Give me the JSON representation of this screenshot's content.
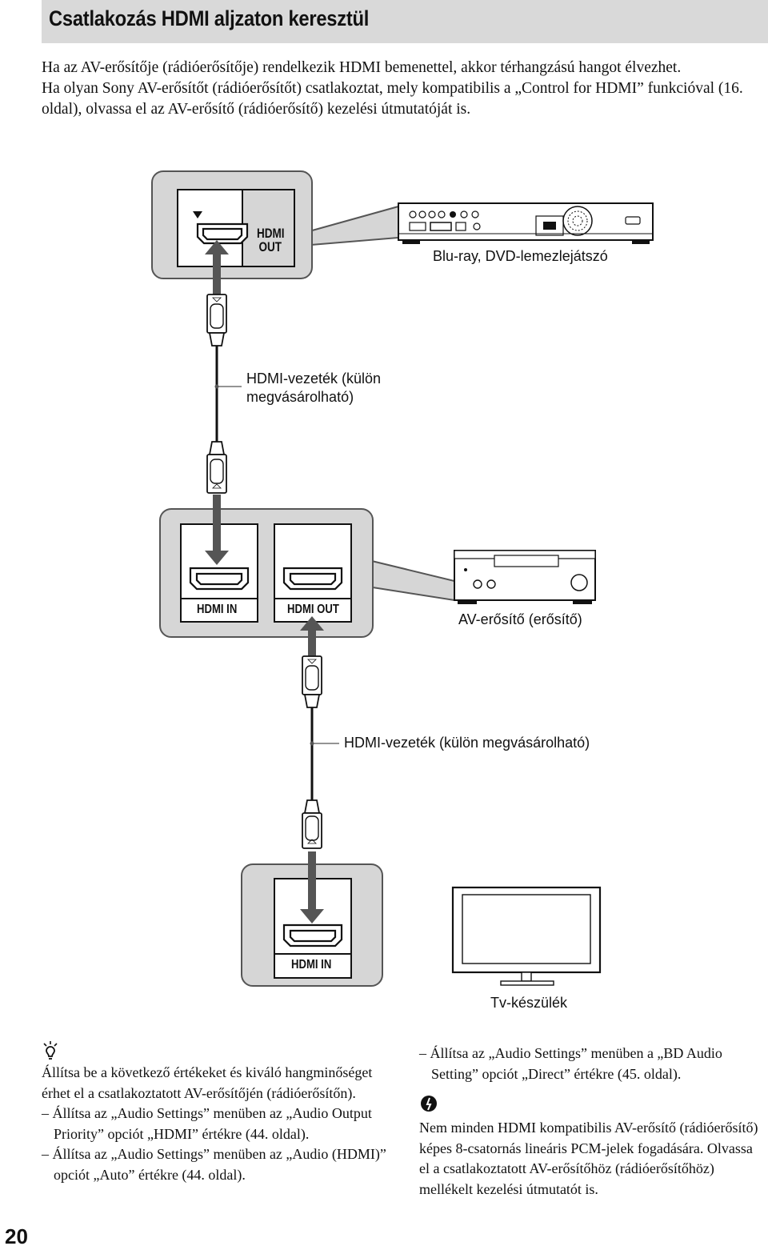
{
  "title": "Csatlakozás HDMI aljzaton keresztül",
  "intro": {
    "p1": "Ha az AV-erősítője (rádióerősítője) rendelkezik HDMI bemenettel, akkor térhangzású hangot élvezhet.",
    "p2": "Ha olyan Sony AV-erősítőt (rádióerősítőt) csatlakoztat, mely kompatibilis a „Control for HDMI” funkcióval (16. oldal), olvassa el az AV-erősítő (rádióerősítő) kezelési útmutatóját is."
  },
  "diagram": {
    "player_port": "HDMI OUT",
    "player_port_line1": "HDMI",
    "player_port_line2": "OUT",
    "player_label": "Blu-ray, DVD-lemezlejátszó",
    "cable1_line1": "HDMI-vezeték (külön",
    "cable1_line2": "megvásárolható)",
    "amp_port_in": "HDMI IN",
    "amp_port_out": "HDMI OUT",
    "amp_label": "AV-erősítő (erősítő)",
    "cable2_label": "HDMI-vezeték (külön megvásárolható)",
    "tv_port": "HDMI IN",
    "tv_label": "Tv-készülék"
  },
  "tip": {
    "icon": "lightbulb-tip-icon",
    "intro": "Állítsa be a következő értékeket és kiváló hangminőséget érhet el a csatlakoztatott AV-erősítőjén (rádióerősítőn).",
    "items": [
      "– Állítsa az „Audio Settings” menüben az „Audio Output Priority” opciót „HDMI” értékre (44. oldal).",
      "– Állítsa az „Audio Settings” menüben az „Audio (HDMI)” opciót „Auto” értékre (44. oldal).",
      "– Állítsa az „Audio Settings” menüben a „BD Audio Setting” opciót „Direct” értékre (45. oldal)."
    ]
  },
  "note": {
    "icon": "warning-note-icon",
    "text": "Nem minden HDMI kompatibilis AV-erősítő (rádióerősítő) képes 8-csatornás lineáris PCM-jelek fogadására. Olvassa el a csatlakoztatott AV-erősítőhöz (rádióerősítőhöz) mellékelt kezelési útmutatót is."
  },
  "page_number": "20"
}
